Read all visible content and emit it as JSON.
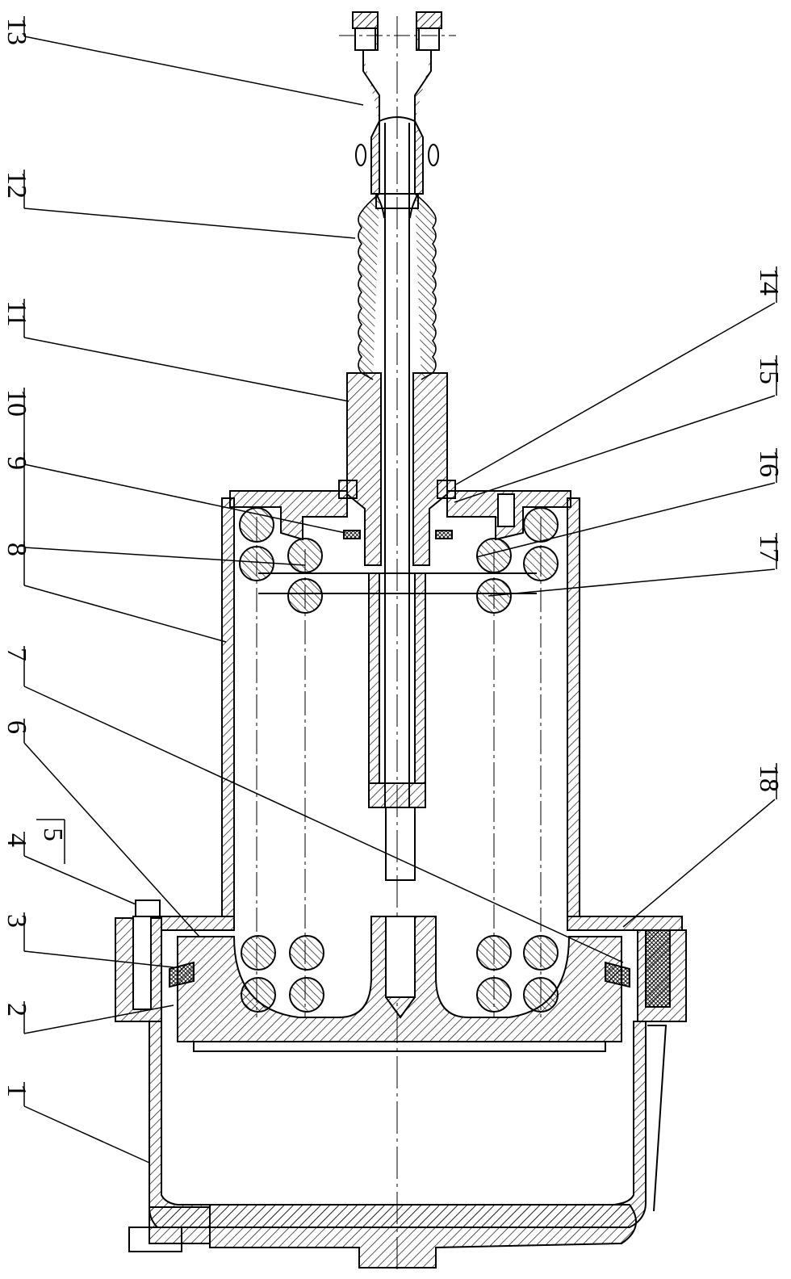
{
  "drawing": {
    "callouts": [
      {
        "id": "1",
        "text": "1"
      },
      {
        "id": "2",
        "text": "2"
      },
      {
        "id": "3",
        "text": "3"
      },
      {
        "id": "4",
        "text": "4"
      },
      {
        "id": "5",
        "text": "5"
      },
      {
        "id": "6",
        "text": "6"
      },
      {
        "id": "7",
        "text": "7"
      },
      {
        "id": "8",
        "text": "8"
      },
      {
        "id": "9",
        "text": "9"
      },
      {
        "id": "10",
        "text": "10"
      },
      {
        "id": "11",
        "text": "11"
      },
      {
        "id": "12",
        "text": "12"
      },
      {
        "id": "13",
        "text": "13"
      },
      {
        "id": "14",
        "text": "14"
      },
      {
        "id": "15",
        "text": "15"
      },
      {
        "id": "16",
        "text": "16"
      },
      {
        "id": "17",
        "text": "17"
      },
      {
        "id": "18",
        "text": "18"
      }
    ]
  }
}
